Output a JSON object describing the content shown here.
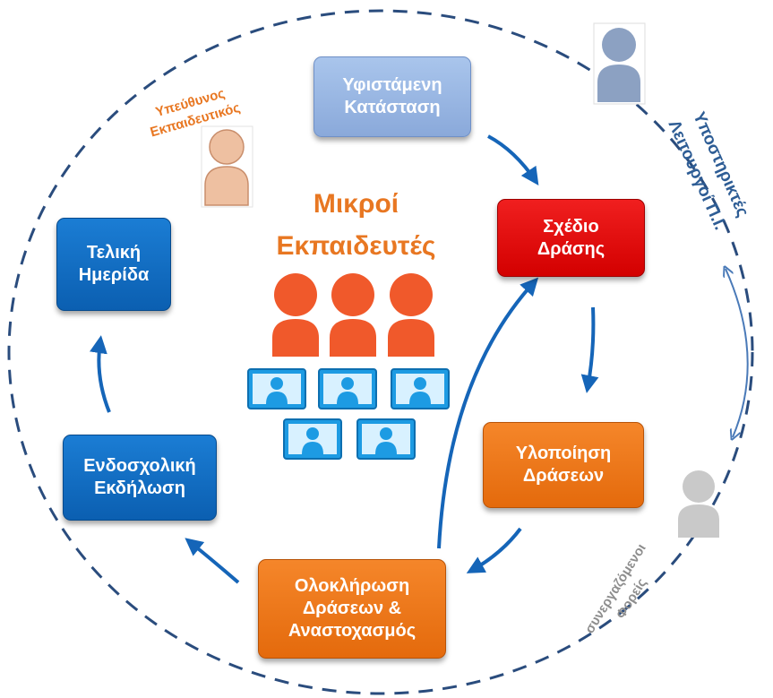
{
  "diagram": {
    "title_lines": [
      "Μικροί",
      "Εκπαιδευτές"
    ],
    "boxes": {
      "current_state": [
        "Υφιστάμενη",
        "Κατάσταση"
      ],
      "action_plan": [
        "Σχέδιο",
        "Δράσης"
      ],
      "implementation": [
        "Υλοποίηση",
        "Δράσεων"
      ],
      "completion": [
        "Ολοκλήρωση",
        "Δράσεων &",
        "Αναστοχασμός"
      ],
      "school_event": [
        "Ενδοσχολική",
        "Εκδήλωση"
      ],
      "final_day": [
        "Τελική",
        "Ημερίδα"
      ]
    },
    "responsible_teacher": [
      "Υπεύθυνος",
      "Εκπαιδευτικός"
    ],
    "support_staff": [
      "Υποστηρικτές",
      "Λειτουργοί Π.Ι."
    ],
    "partners": [
      "συνεργαζόμενοι",
      "Φορείς"
    ]
  },
  "colors": {
    "orange_text": "#e87722",
    "blue_text": "#2e5d95",
    "gray_text": "#8e8e8e",
    "arrow_blue": "#1565b8",
    "dashed_circle": "#2a4c7d",
    "people_orange": "#f0592b",
    "monitor_blue": "#1d9be3"
  },
  "icons": [
    "person-gray-blue-icon",
    "person-peach-icon",
    "person-gray-icon",
    "person-orange-icon",
    "monitor-user-icon"
  ]
}
